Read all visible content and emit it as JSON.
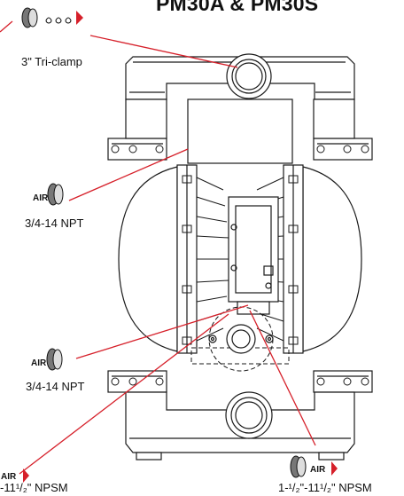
{
  "title": "PM30A & PM30S",
  "callouts": {
    "fluid_port": {
      "label": "3\" Tri-clamp",
      "icon": "fluid-port-icon"
    },
    "air_inlet_upper": {
      "badge": "AIR",
      "label": "3/4-14 NPT",
      "icon": "air-fitting-icon"
    },
    "air_inlet_lower": {
      "badge": "AIR",
      "label": "3/4-14 NPT",
      "icon": "air-fitting-icon"
    },
    "air_exhaust_left": {
      "badge": "AIR",
      "label": "-11¹/₂\" NPSM",
      "icon": "air-exhaust-icon"
    },
    "air_exhaust_right": {
      "badge": "AIR",
      "label": "1-¹/₂\"-11¹/₂\" NPSM",
      "icon": "air-exhaust-icon"
    }
  },
  "colors": {
    "leader": "#d6202a",
    "ink": "#1a1a1a"
  }
}
